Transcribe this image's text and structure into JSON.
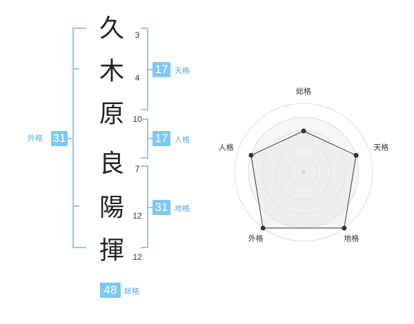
{
  "name": {
    "chars": [
      {
        "char": "久",
        "strokes": "3"
      },
      {
        "char": "木",
        "strokes": "4"
      },
      {
        "char": "原",
        "strokes": "10"
      },
      {
        "char": "良",
        "strokes": "7"
      },
      {
        "char": "陽",
        "strokes": "12"
      },
      {
        "char": "揮",
        "strokes": "12"
      }
    ]
  },
  "fortune": {
    "ten": {
      "value": "17",
      "label": "天格"
    },
    "jin": {
      "value": "17",
      "label": "人格"
    },
    "chi": {
      "value": "31",
      "label": "地格"
    },
    "gai": {
      "value": "31",
      "label": "外格"
    },
    "sou": {
      "value": "48",
      "label": "総格"
    }
  },
  "chart_data": {
    "type": "radar",
    "axes": [
      "総格",
      "天格",
      "地格",
      "外格",
      "人格"
    ],
    "values": [
      3,
      4,
      5,
      5,
      4
    ],
    "max": 5,
    "rings": 5
  }
}
